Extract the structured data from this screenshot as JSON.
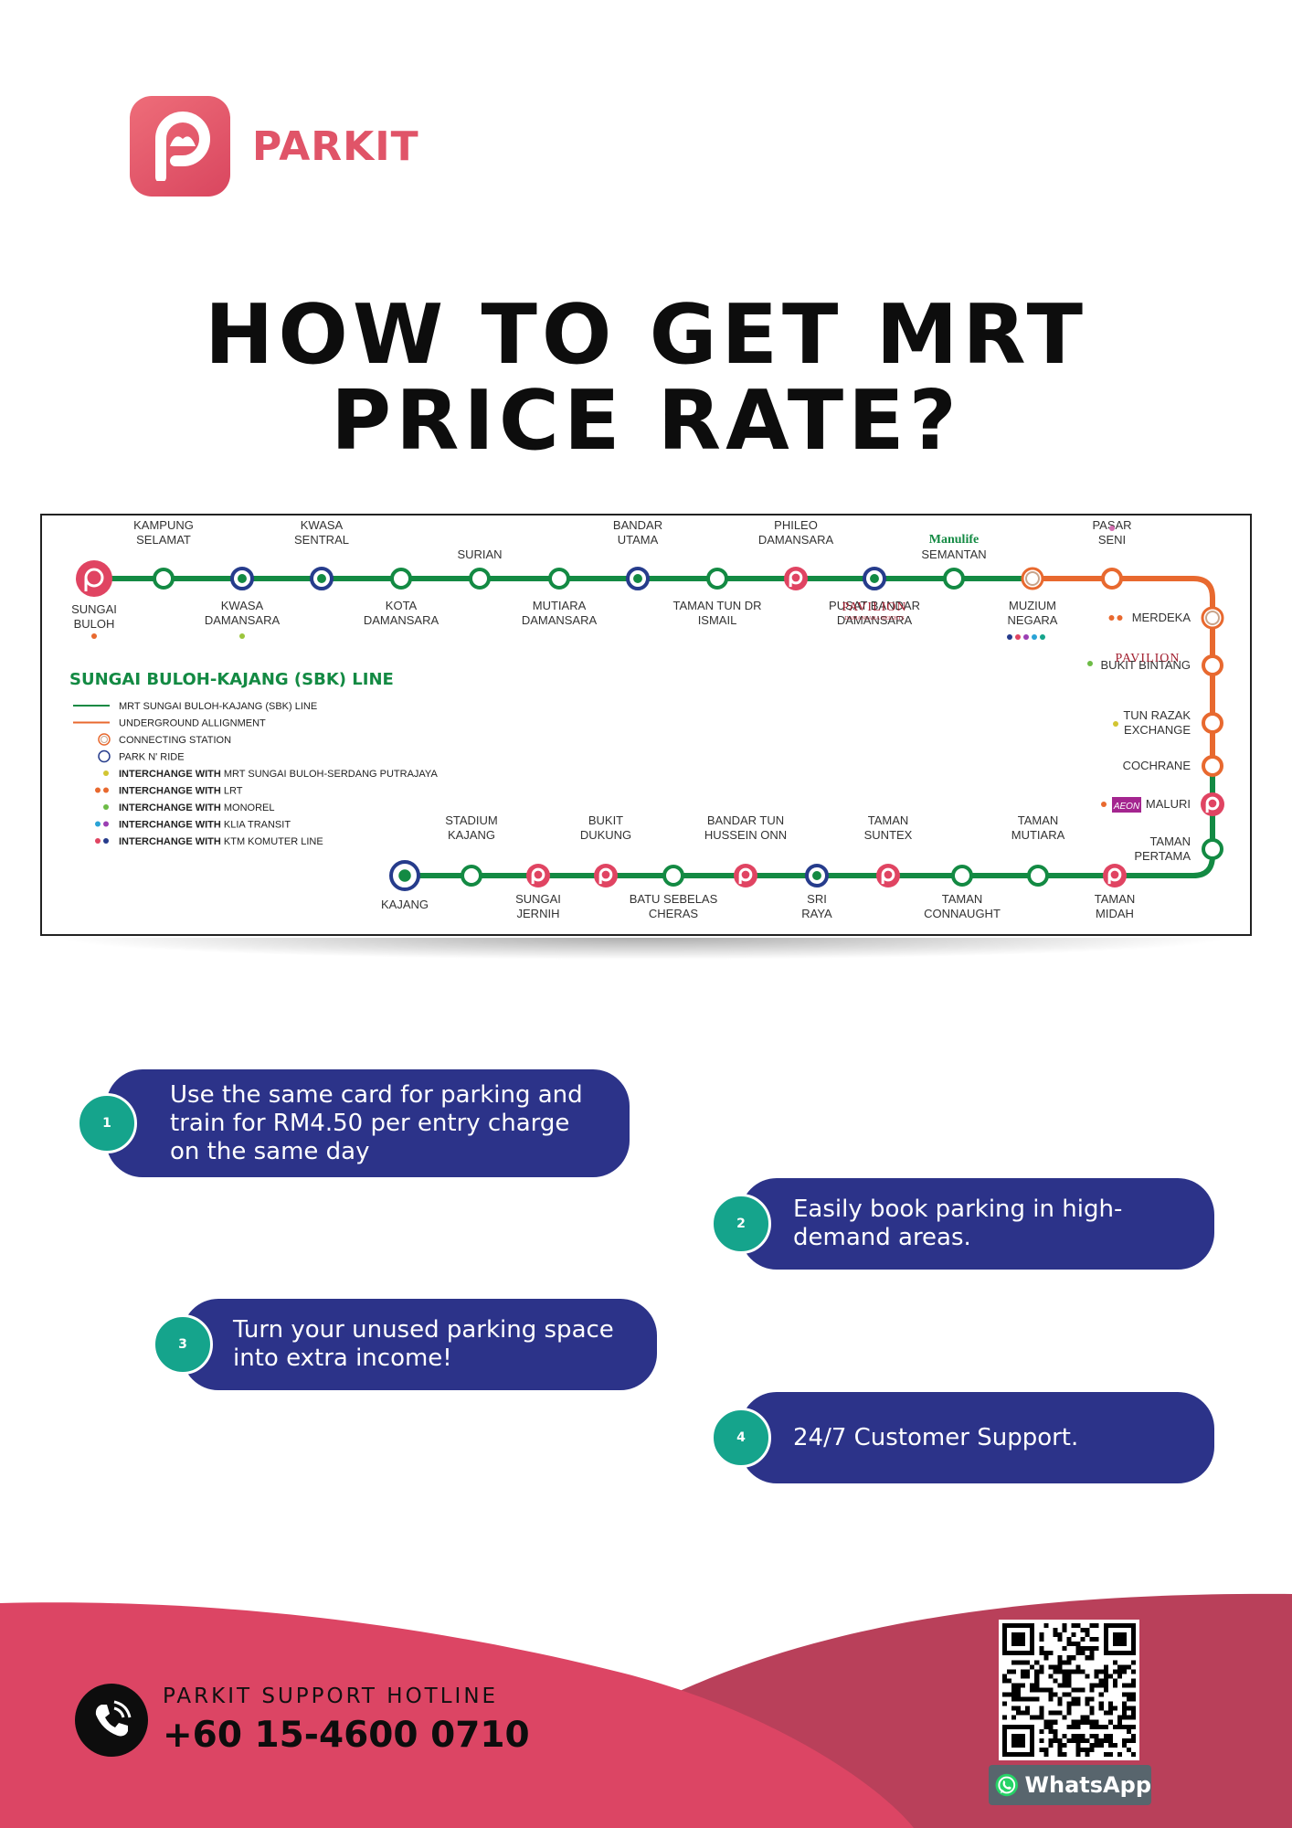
{
  "brand": {
    "name": "PARKIT"
  },
  "title": {
    "line1": "HOW TO GET MRT",
    "line2": "PRICE RATE?"
  },
  "map": {
    "line_title": "SUNGAI BULOH-KAJANG (SBK) LINE",
    "legend": [
      {
        "bold": "",
        "text": "MRT SUNGAI BULOH-KAJANG (SBK) LINE"
      },
      {
        "bold": "",
        "text": "UNDERGROUND ALLIGNMENT"
      },
      {
        "bold": "",
        "text": "CONNECTING STATION"
      },
      {
        "bold": "",
        "text": "PARK N' RIDE"
      },
      {
        "bold": "INTERCHANGE WITH",
        "text": "MRT SUNGAI BULOH-SERDANG PUTRAJAYA"
      },
      {
        "bold": "INTERCHANGE WITH",
        "text": "LRT"
      },
      {
        "bold": "INTERCHANGE WITH",
        "text": "MONOREL"
      },
      {
        "bold": "INTERCHANGE WITH",
        "text": "KLIA TRANSIT"
      },
      {
        "bold": "INTERCHANGE WITH",
        "text": "KTM KOMUTER LINE"
      }
    ],
    "sponsors": {
      "manulife": "Manulife",
      "pavilion": "PAVILION",
      "pavilion_sub": "DAMANSARA HEIGHTS",
      "pavilion2": "PAVILION",
      "aeon": "AEON"
    },
    "top_stations": [
      {
        "name": "SUNGAI\nBULOH",
        "type": "parkit-big",
        "label_pos": "below"
      },
      {
        "name": "KAMPUNG\nSELAMAT",
        "type": "normal",
        "label_pos": "above"
      },
      {
        "name": "KWASA\nDAMANSARA",
        "type": "park-ride",
        "label_pos": "below"
      },
      {
        "name": "KWASA\nSENTRAL",
        "type": "park-ride",
        "label_pos": "above"
      },
      {
        "name": "KOTA\nDAMANSARA",
        "type": "normal",
        "label_pos": "below"
      },
      {
        "name": "SURIAN",
        "type": "normal",
        "label_pos": "above"
      },
      {
        "name": "MUTIARA\nDAMANSARA",
        "type": "normal",
        "label_pos": "below"
      },
      {
        "name": "BANDAR\nUTAMA",
        "type": "park-ride",
        "label_pos": "above"
      },
      {
        "name": "TAMAN TUN DR\nISMAIL",
        "type": "normal",
        "label_pos": "below"
      },
      {
        "name": "PHILEO\nDAMANSARA",
        "type": "parkit",
        "label_pos": "above"
      },
      {
        "name": "PUSAT BANDAR\nDAMANSARA",
        "type": "park-ride",
        "label_pos": "below"
      },
      {
        "name": "SEMANTAN",
        "type": "normal",
        "label_pos": "above"
      },
      {
        "name": "MUZIUM\nNEGARA",
        "type": "connecting",
        "label_pos": "below"
      },
      {
        "name": "PASAR\nSENI",
        "type": "orange",
        "label_pos": "above"
      }
    ],
    "right_stations": [
      {
        "name": "MERDEKA",
        "type": "connecting"
      },
      {
        "name": "BUKIT BINTANG",
        "type": "orange"
      },
      {
        "name": "TUN RAZAK\nEXCHANGE",
        "type": "orange"
      },
      {
        "name": "COCHRANE",
        "type": "orange"
      },
      {
        "name": "MALURI",
        "type": "parkit"
      },
      {
        "name": "TAMAN\nPERTAMA",
        "type": "normal"
      }
    ],
    "bottom_stations": [
      {
        "name": "KAJANG",
        "type": "park-ride-big",
        "label_pos": "below"
      },
      {
        "name": "STADIUM\nKAJANG",
        "type": "normal",
        "label_pos": "above"
      },
      {
        "name": "SUNGAI\nJERNIH",
        "type": "parkit",
        "label_pos": "below"
      },
      {
        "name": "BUKIT\nDUKUNG",
        "type": "parkit",
        "label_pos": "above"
      },
      {
        "name": "BATU SEBELAS\nCHERAS",
        "type": "normal",
        "label_pos": "below"
      },
      {
        "name": "BANDAR TUN\nHUSSEIN ONN",
        "type": "parkit",
        "label_pos": "above"
      },
      {
        "name": "SRI\nRAYA",
        "type": "park-ride",
        "label_pos": "below"
      },
      {
        "name": "TAMAN\nSUNTEX",
        "type": "parkit",
        "label_pos": "above"
      },
      {
        "name": "TAMAN\nCONNAUGHT",
        "type": "normal",
        "label_pos": "below"
      },
      {
        "name": "TAMAN\nMUTIARA",
        "type": "normal",
        "label_pos": "above"
      },
      {
        "name": "TAMAN\nMIDAH",
        "type": "parkit",
        "label_pos": "below"
      }
    ],
    "colors": {
      "green": "#138a43",
      "orange": "#e8692f",
      "blue": "#263c8c",
      "pink": "#e04462"
    }
  },
  "steps": [
    {
      "num": "1",
      "text": "Use the same card for parking and train for RM4.50 per entry charge on the same day"
    },
    {
      "num": "2",
      "text": "Easily book parking in high-demand areas."
    },
    {
      "num": "3",
      "text": "Turn your unused parking space into extra income!"
    },
    {
      "num": "4",
      "text": "24/7 Customer Support."
    }
  ],
  "footer": {
    "hotline_label": "PARKIT SUPPORT HOTLINE",
    "hotline_number": "+60 15-4600 0710",
    "whatsapp_label": "WhatsApp",
    "colors": {
      "pink": "#dc4564",
      "dark_pink": "#b9405a"
    }
  }
}
